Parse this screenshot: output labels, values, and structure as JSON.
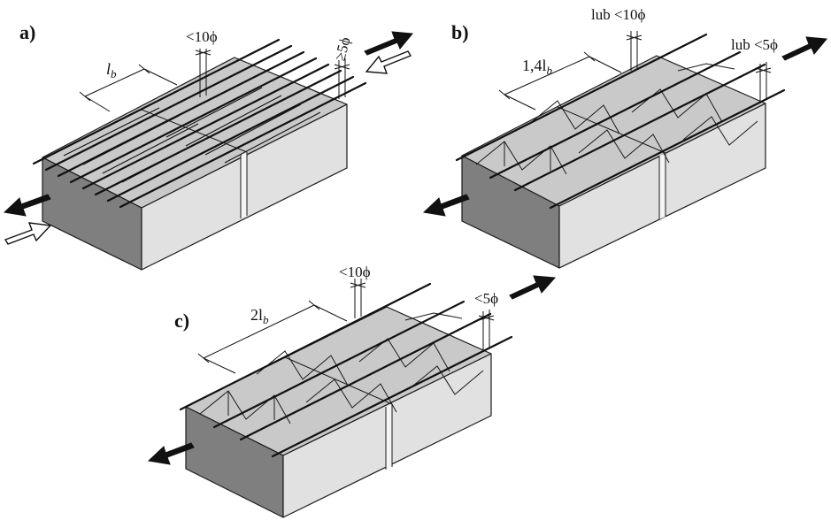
{
  "panels": [
    {
      "id": "a",
      "label": "a)",
      "dimension_label": "l",
      "dimension_sub": "b",
      "spacing_top": "<10ϕ",
      "spacing_right": "≥5ϕ"
    },
    {
      "id": "b",
      "label": "b)",
      "dimension_label": "1,4l",
      "dimension_sub": "b",
      "spacing_top": "lub <10ϕ",
      "spacing_right": "lub <5ϕ"
    },
    {
      "id": "c",
      "label": "c)",
      "dimension_label": "2l",
      "dimension_sub": "b",
      "spacing_top": "<10ϕ",
      "spacing_right": "<5ϕ"
    }
  ]
}
